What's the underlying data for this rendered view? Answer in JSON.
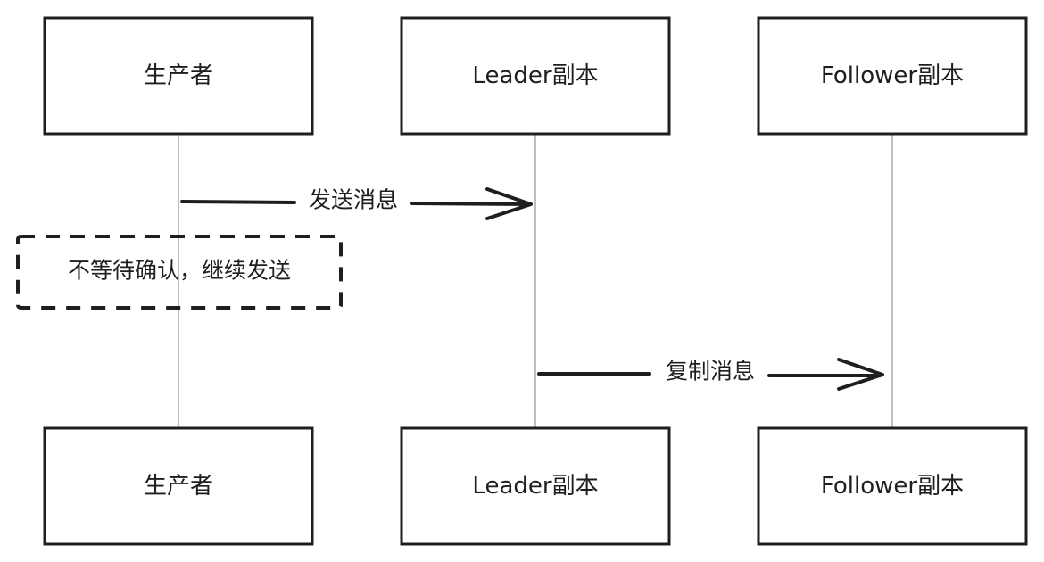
{
  "participants": [
    {
      "id": "producer",
      "label": "生产者"
    },
    {
      "id": "leader",
      "label": "Leader副本"
    },
    {
      "id": "follower",
      "label": "Follower副本"
    }
  ],
  "messages": [
    {
      "from": "producer",
      "to": "leader",
      "label": "发送消息"
    },
    {
      "from": "leader",
      "to": "follower",
      "label": "复制消息"
    }
  ],
  "note": {
    "text": "不等待确认，继续发送"
  },
  "colors": {
    "stroke": "#1e1e1e",
    "lifeline": "#a8a8a8",
    "background": "#ffffff"
  }
}
